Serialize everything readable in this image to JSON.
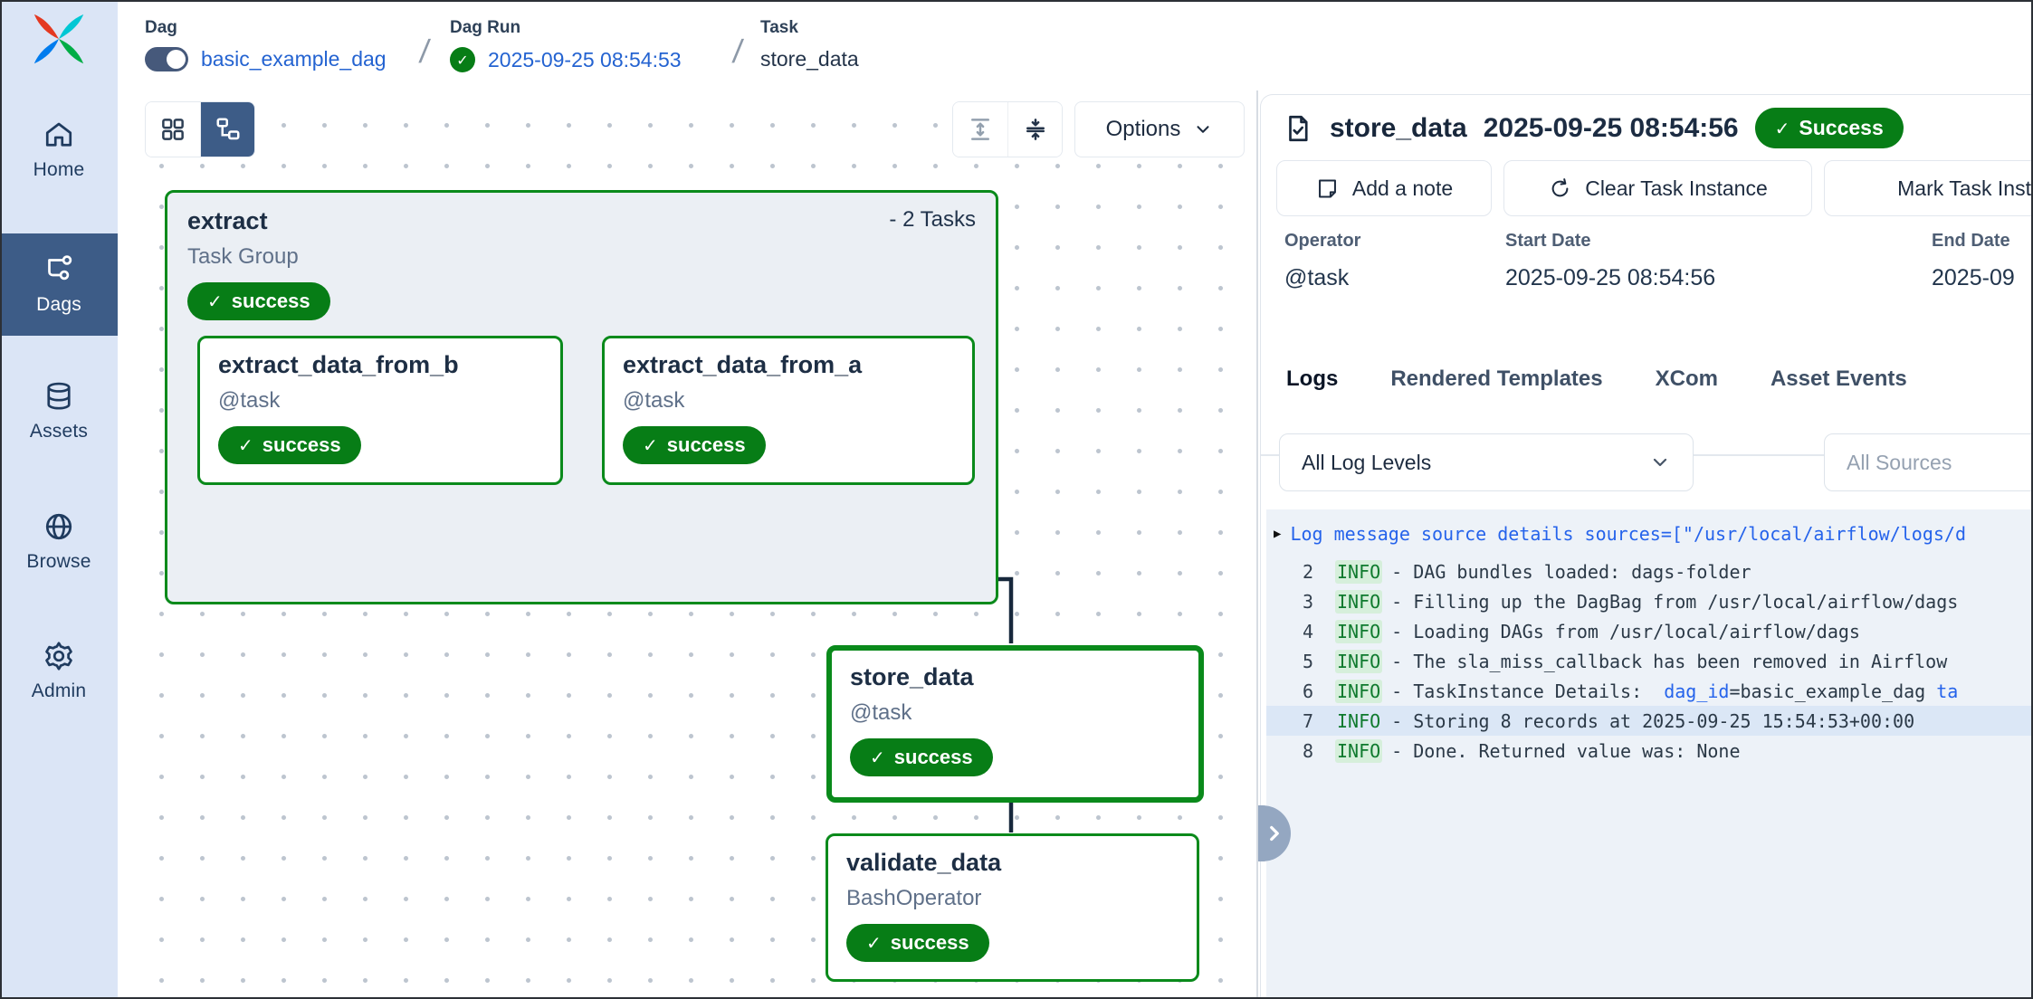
{
  "colors": {
    "success_green": "#077d16",
    "link_blue": "#2463d1",
    "sidebar_active": "#3d5c87",
    "tab_accent_blue": "#2d7ff7",
    "log_info_green": "#0f7a2e"
  },
  "icons": {
    "check": "✓",
    "slash": "/",
    "caret_right": "▶",
    "gear": "⚙"
  },
  "breadcrumb": {
    "dag_label": "Dag",
    "dag_value": "basic_example_dag",
    "dag_run_label": "Dag Run",
    "dag_run_value": "2025-09-25 08:54:53",
    "task_label": "Task",
    "task_value": "store_data"
  },
  "sidebar": {
    "items": [
      {
        "label": "Home"
      },
      {
        "label": "Dags"
      },
      {
        "label": "Assets"
      },
      {
        "label": "Browse"
      },
      {
        "label": "Admin"
      }
    ]
  },
  "toolbar": {
    "options_label": "Options"
  },
  "graph": {
    "group": {
      "title": "extract",
      "tasks_label": "- 2 Tasks",
      "subtitle": "Task Group",
      "status": "success"
    },
    "nodes": [
      {
        "title": "extract_data_from_b",
        "subtitle": "@task",
        "status": "success"
      },
      {
        "title": "extract_data_from_a",
        "subtitle": "@task",
        "status": "success"
      },
      {
        "title": "store_data",
        "subtitle": "@task",
        "status": "success"
      },
      {
        "title": "validate_data",
        "subtitle": "BashOperator",
        "status": "success"
      }
    ]
  },
  "panel": {
    "title": "store_data",
    "timestamp": "2025-09-25 08:54:56",
    "status": "Success",
    "buttons": {
      "add_note": "Add a note",
      "clear_task": "Clear Task Instance",
      "mark_task": "Mark Task Instance"
    },
    "meta": [
      {
        "label": "Operator",
        "value": "@task"
      },
      {
        "label": "Start Date",
        "value": "2025-09-25 08:54:56"
      },
      {
        "label": "End Date",
        "value": "2025-09"
      }
    ],
    "tabs": [
      {
        "label": "Logs"
      },
      {
        "label": "Rendered Templates"
      },
      {
        "label": "XCom"
      },
      {
        "label": "Asset Events"
      }
    ],
    "filters": {
      "log_level": "All Log Levels",
      "sources_placeholder": "All Sources"
    },
    "logs": {
      "header": "Log message source details sources=[\"/usr/local/airflow/logs/d",
      "lines": [
        {
          "num": "2",
          "level": "INFO",
          "parts": [
            {
              "text": "- DAG bundles loaded: dags-folder"
            }
          ]
        },
        {
          "num": "3",
          "level": "INFO",
          "parts": [
            {
              "text": "- Filling up the DagBag from /usr/local/airflow/dags"
            }
          ]
        },
        {
          "num": "4",
          "level": "INFO",
          "parts": [
            {
              "text": "- Loading DAGs from /usr/local/airflow/dags"
            }
          ]
        },
        {
          "num": "5",
          "level": "INFO",
          "parts": [
            {
              "text": "- The sla_miss_callback has been removed in Airflow "
            }
          ]
        },
        {
          "num": "6",
          "level": "INFO",
          "parts": [
            {
              "text": "- TaskInstance Details:  "
            },
            {
              "text": "dag_id",
              "link": true
            },
            {
              "text": "=basic_example_dag "
            },
            {
              "text": "ta",
              "link": true
            }
          ]
        },
        {
          "num": "7",
          "level": "INFO",
          "highlight": true,
          "parts": [
            {
              "text": "- Storing 8 records at 2025-09-25 15:54:53+00:00"
            }
          ]
        },
        {
          "num": "8",
          "level": "INFO",
          "parts": [
            {
              "text": "- Done. Returned value was: None"
            }
          ]
        }
      ]
    }
  }
}
